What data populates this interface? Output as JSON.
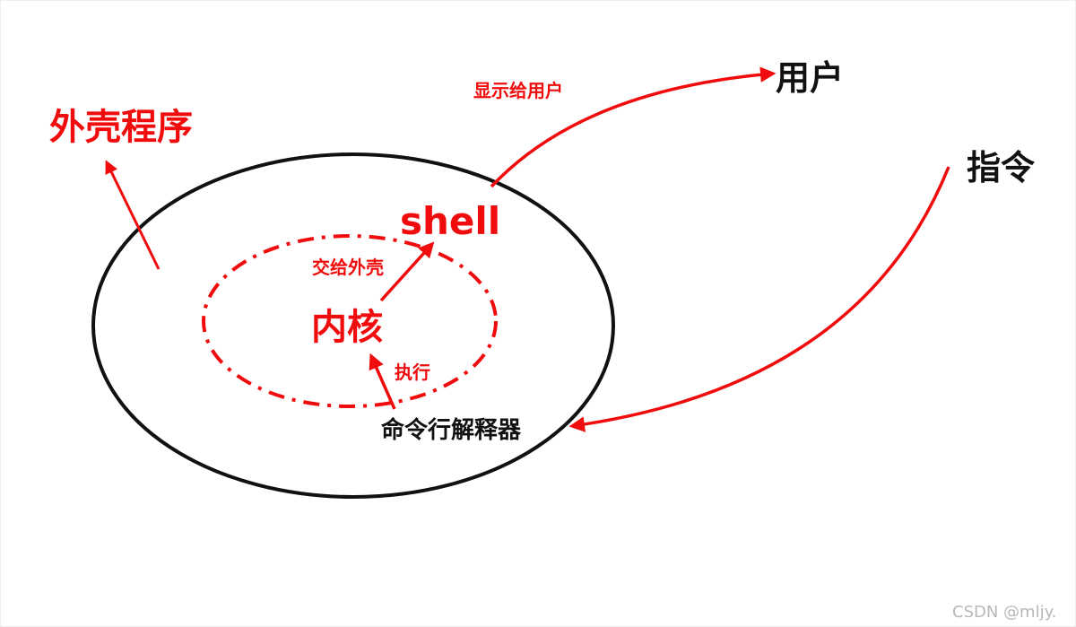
{
  "labels": {
    "outer_program": "外壳程序",
    "shell": "shell",
    "handoff": "交给外壳",
    "kernel": "内核",
    "execute": "执行",
    "interpreter": "命令行解释器",
    "display_to_user": "显示给用户",
    "user": "用户",
    "command": "指令"
  },
  "watermark": "CSDN @mljy.",
  "colors": {
    "accent": "#f00c0c",
    "ink": "#111111"
  }
}
